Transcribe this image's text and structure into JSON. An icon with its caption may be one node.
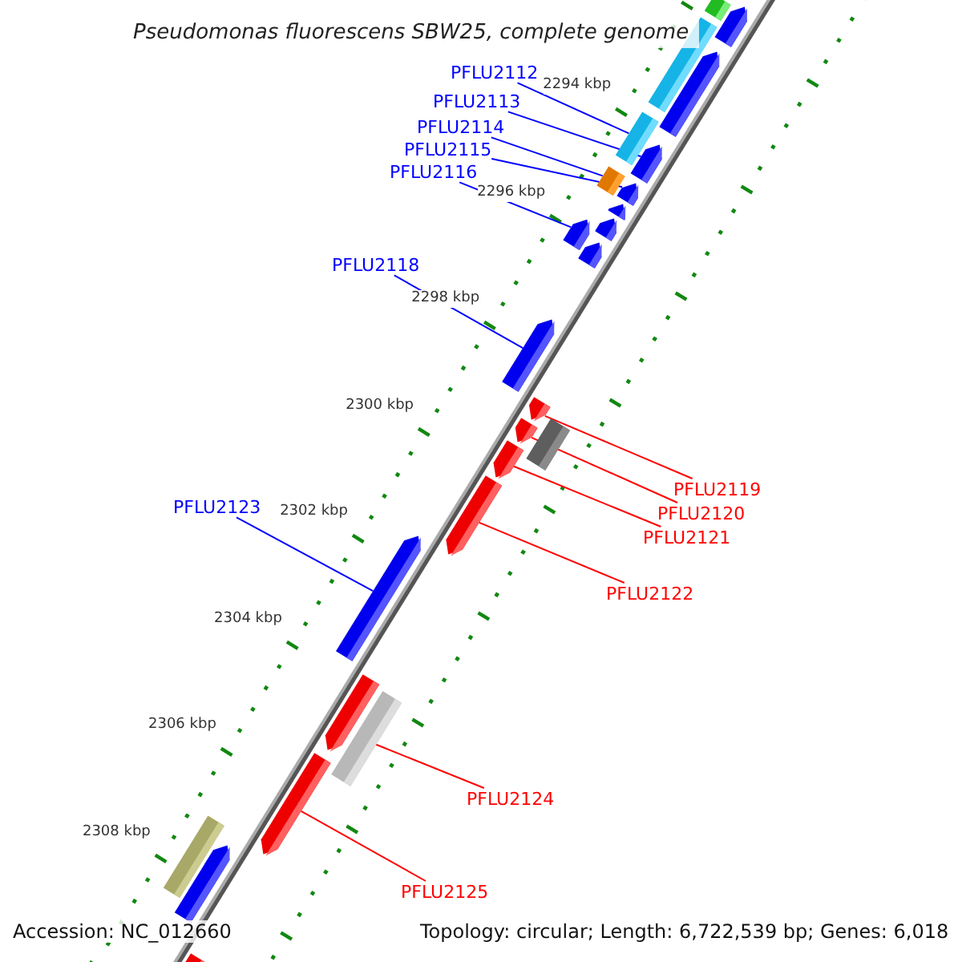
{
  "diagram": {
    "title": "Pseudomonas fluorescens SBW25, complete genome",
    "nodes": [
      {
        "text": [
          "PFLU2112"
        ]
      },
      {
        "text": [
          "PFLU2113"
        ]
      },
      {
        "text": [
          "PFLU2114"
        ]
      },
      {
        "text": [
          "PFLU2115"
        ]
      },
      {
        "text": [
          "PFLU2116"
        ]
      },
      {
        "text": [
          "PFLU2118"
        ]
      },
      {
        "text": [
          "PFLU2123"
        ]
      },
      {
        "text": [
          "PFLU2119"
        ]
      },
      {
        "text": [
          "PFLU2120"
        ]
      },
      {
        "text": [
          "PFLU2121"
        ]
      },
      {
        "text": [
          "PFLU2122"
        ]
      },
      {
        "text": [
          "PFLU2124"
        ]
      },
      {
        "text": [
          "PFLU2125"
        ]
      },
      {
        "text": [],
        "shape": "bar"
      },
      {
        "text": [],
        "shape": "arrow"
      },
      {
        "text": [],
        "shape": "bar"
      },
      {
        "text": [],
        "shape": "arrow"
      },
      {
        "text": [],
        "shape": "bar"
      },
      {
        "text": [],
        "shape": "arrow"
      },
      {
        "text": [],
        "shape": "bar"
      },
      {
        "text": [],
        "shape": "arrow"
      },
      {
        "text": [],
        "shape": "arrow"
      },
      {
        "text": [],
        "shape": "arrow"
      },
      {
        "text": [],
        "shape": "arrow"
      },
      {
        "text": [],
        "shape": "arrow"
      },
      {
        "text": [],
        "shape": "arrow"
      },
      {
        "text": [],
        "shape": "arrow"
      },
      {
        "text": [],
        "shape": "bar"
      },
      {
        "text": [],
        "shape": "arrow"
      },
      {
        "text": [],
        "shape": "arrow"
      },
      {
        "text": [],
        "shape": "arrow"
      },
      {
        "text": [],
        "shape": "arrow"
      },
      {
        "text": [],
        "shape": "arrow"
      },
      {
        "text": [],
        "shape": "bar"
      },
      {
        "text": [],
        "shape": "arrow"
      },
      {
        "text": [],
        "shape": "bar"
      },
      {
        "text": [],
        "shape": "arrow"
      },
      {
        "text": [],
        "shape": "arrow"
      }
    ],
    "edges": [
      {
        "from": 0,
        "to": 17,
        "arrow": "none"
      },
      {
        "from": 1,
        "to": 18,
        "arrow": "none"
      },
      {
        "from": 2,
        "to": 19,
        "arrow": "none"
      },
      {
        "from": 3,
        "to": 20,
        "arrow": "none"
      },
      {
        "from": 4,
        "to": 23,
        "arrow": "none"
      },
      {
        "from": 5,
        "to": 25,
        "arrow": "none"
      },
      {
        "from": 6,
        "to": 31,
        "arrow": "none"
      },
      {
        "from": 7,
        "to": 26,
        "arrow": "none",
        "color": "#ff0000"
      },
      {
        "from": 8,
        "to": 28,
        "arrow": "none",
        "color": "#ff0000"
      },
      {
        "from": 9,
        "to": 29,
        "arrow": "none",
        "color": "#ff0000"
      },
      {
        "from": 10,
        "to": 30,
        "arrow": "none",
        "color": "#ff0000"
      },
      {
        "from": 11,
        "to": 33,
        "arrow": "none",
        "color": "#ff0000"
      },
      {
        "from": 12,
        "to": 34,
        "arrow": "none",
        "color": "#ff0000"
      }
    ],
    "labels": [
      "2294 kbp",
      "2296 kbp",
      "2298 kbp",
      "2300 kbp",
      "2302 kbp",
      "2304 kbp",
      "2306 kbp",
      "2308 kbp",
      "Accession: NC_012660",
      "Topology: circular; Length: 6,722,539 bp; Genes: 6,018"
    ]
  }
}
